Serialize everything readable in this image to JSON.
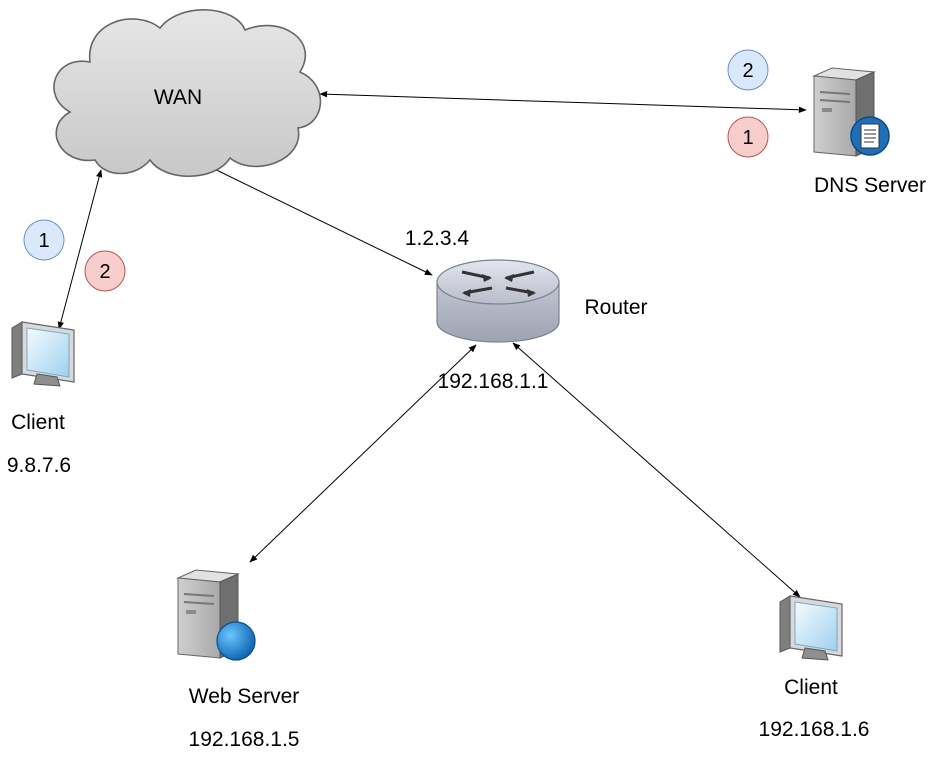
{
  "nodes": {
    "wan": {
      "label": "WAN"
    },
    "dns_server": {
      "label": "DNS Server"
    },
    "router": {
      "label": "Router",
      "wan_ip": "1.2.3.4",
      "lan_ip": "192.168.1.1"
    },
    "client_external": {
      "label": "Client",
      "ip": "9.8.7.6"
    },
    "web_server": {
      "label": "Web Server",
      "ip": "192.168.1.5"
    },
    "client_internal": {
      "label": "Client",
      "ip": "192.168.1.6"
    }
  },
  "badges": {
    "client_step_1": "1",
    "client_step_2": "2",
    "dns_step_2": "2",
    "dns_step_1": "1"
  },
  "colors": {
    "badge_blue_fill": "#dae8fc",
    "badge_blue_stroke": "#6c8ebf",
    "badge_red_fill": "#f8cecc",
    "badge_red_stroke": "#b85450",
    "cloud_fill": "#d9d9d9",
    "cloud_stroke": "#666666",
    "router_fill": "#c9ccd6",
    "server_fill": "#8a8a8a",
    "globe_fill": "#1e88d6"
  }
}
